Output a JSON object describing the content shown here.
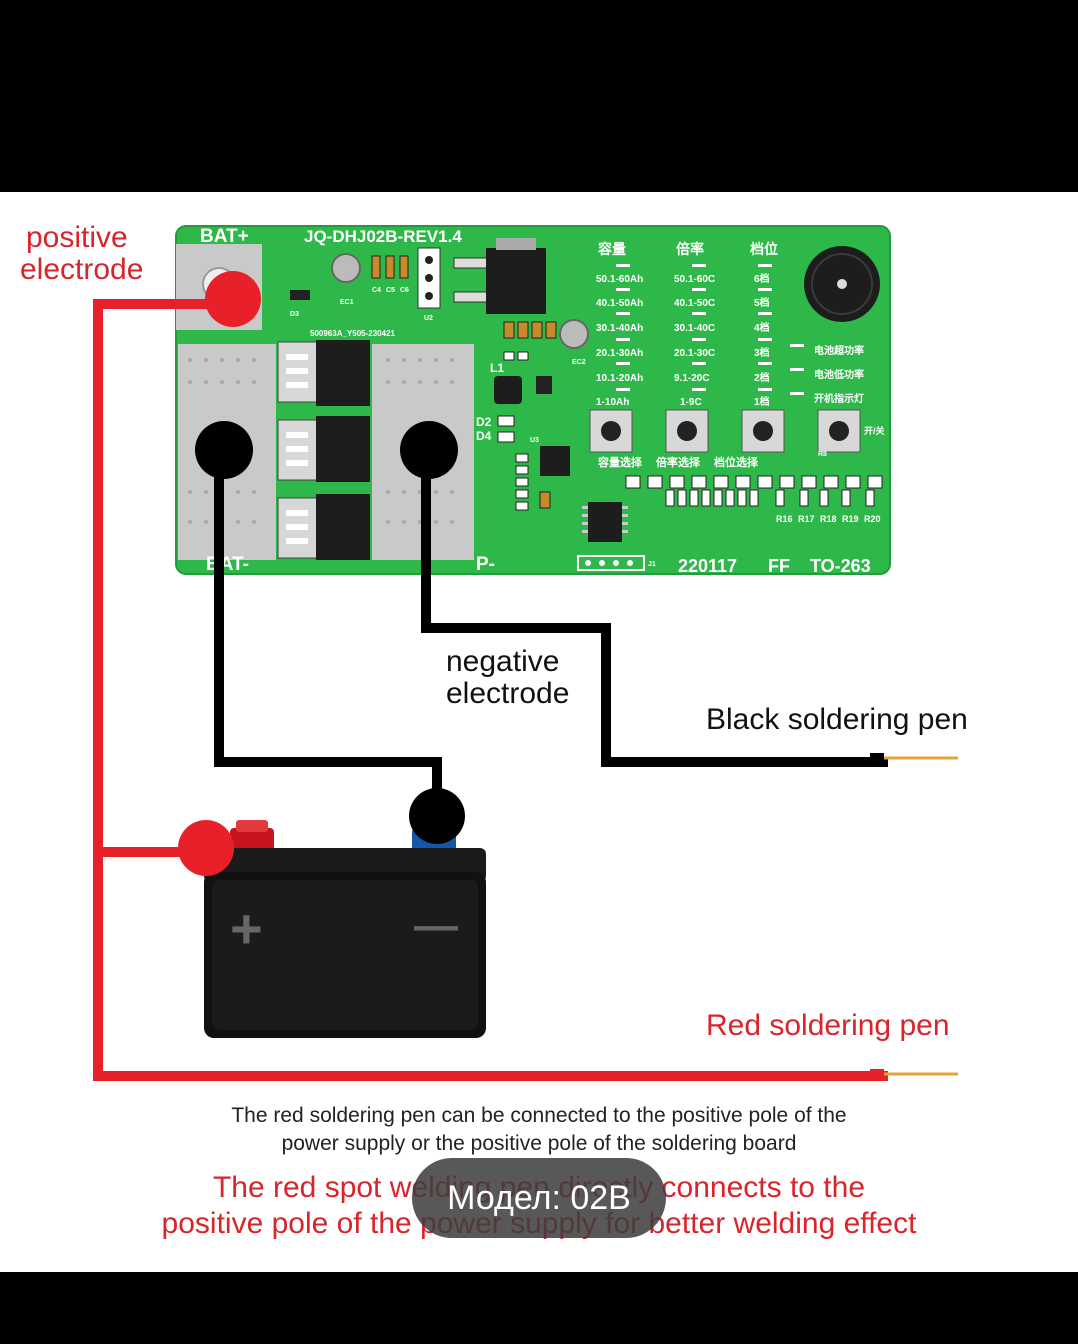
{
  "board": {
    "title": "JQ-DHJ02B-REV1.4",
    "bat_plus": "BAT+",
    "bat_minus": "BAT-",
    "p_minus": "P-",
    "bottom_code": "220117",
    "bottom_ff": "FF",
    "bottom_package": "TO-263",
    "silk_code": "500963A_Y505-230421",
    "capacity_header": "容量",
    "rate_header": "倍率",
    "gear_header": "档位",
    "capacity_rows": [
      "50.1-60Ah",
      "40.1-50Ah",
      "30.1-40Ah",
      "20.1-30Ah",
      "10.1-20Ah",
      "1-10Ah"
    ],
    "rate_rows": [
      "50.1-60C",
      "40.1-50C",
      "30.1-40C",
      "20.1-30C",
      "9.1-20C",
      "1-9C"
    ],
    "gear_rows": [
      "6档",
      "5档",
      "4档",
      "3档",
      "2档",
      "1档"
    ],
    "status_rows": [
      "电池超功率",
      "电池低功率",
      "开机指示灯"
    ],
    "button_labels": [
      "容量选择",
      "倍率选择",
      "档位选择",
      "开/关"
    ],
    "component_labels": {
      "ec1": "EC1",
      "d3": "D3",
      "c4": "C4",
      "c5": "C5",
      "c6": "C6",
      "u2": "U2",
      "ec2": "EC2",
      "l1": "L1",
      "d2": "D2",
      "d4": "D4",
      "u3": "U3",
      "j1": "J1",
      "r8": "R8",
      "r16": "R16",
      "r17": "R17",
      "r18": "R18",
      "r19": "R19",
      "r20": "R20"
    }
  },
  "labels": {
    "positive_line1": "positive",
    "positive_line2": "electrode",
    "negative_line1": "negative",
    "negative_line2": "electrode",
    "black_pen": "Black soldering pen",
    "red_pen": "Red soldering pen"
  },
  "battery": {
    "plus_symbol": "+",
    "minus_symbol": "—"
  },
  "captions": {
    "gray_line1": "The red soldering pen can be connected to the positive pole of the",
    "gray_line2": "power supply or the positive pole of the soldering board",
    "red_line1": "The red spot welding pen directly connects to the",
    "red_line2": "positive pole of the power supply for better welding effect"
  },
  "overlay": {
    "model_text": "Модел: 02B"
  },
  "colors": {
    "wire_red": "#e8202a",
    "wire_black": "#000000",
    "pcb_green": "#2fb84a",
    "pad_gray": "#c9c9c9",
    "text_red": "#d9242b",
    "pen_tip": "#e8a23a"
  }
}
